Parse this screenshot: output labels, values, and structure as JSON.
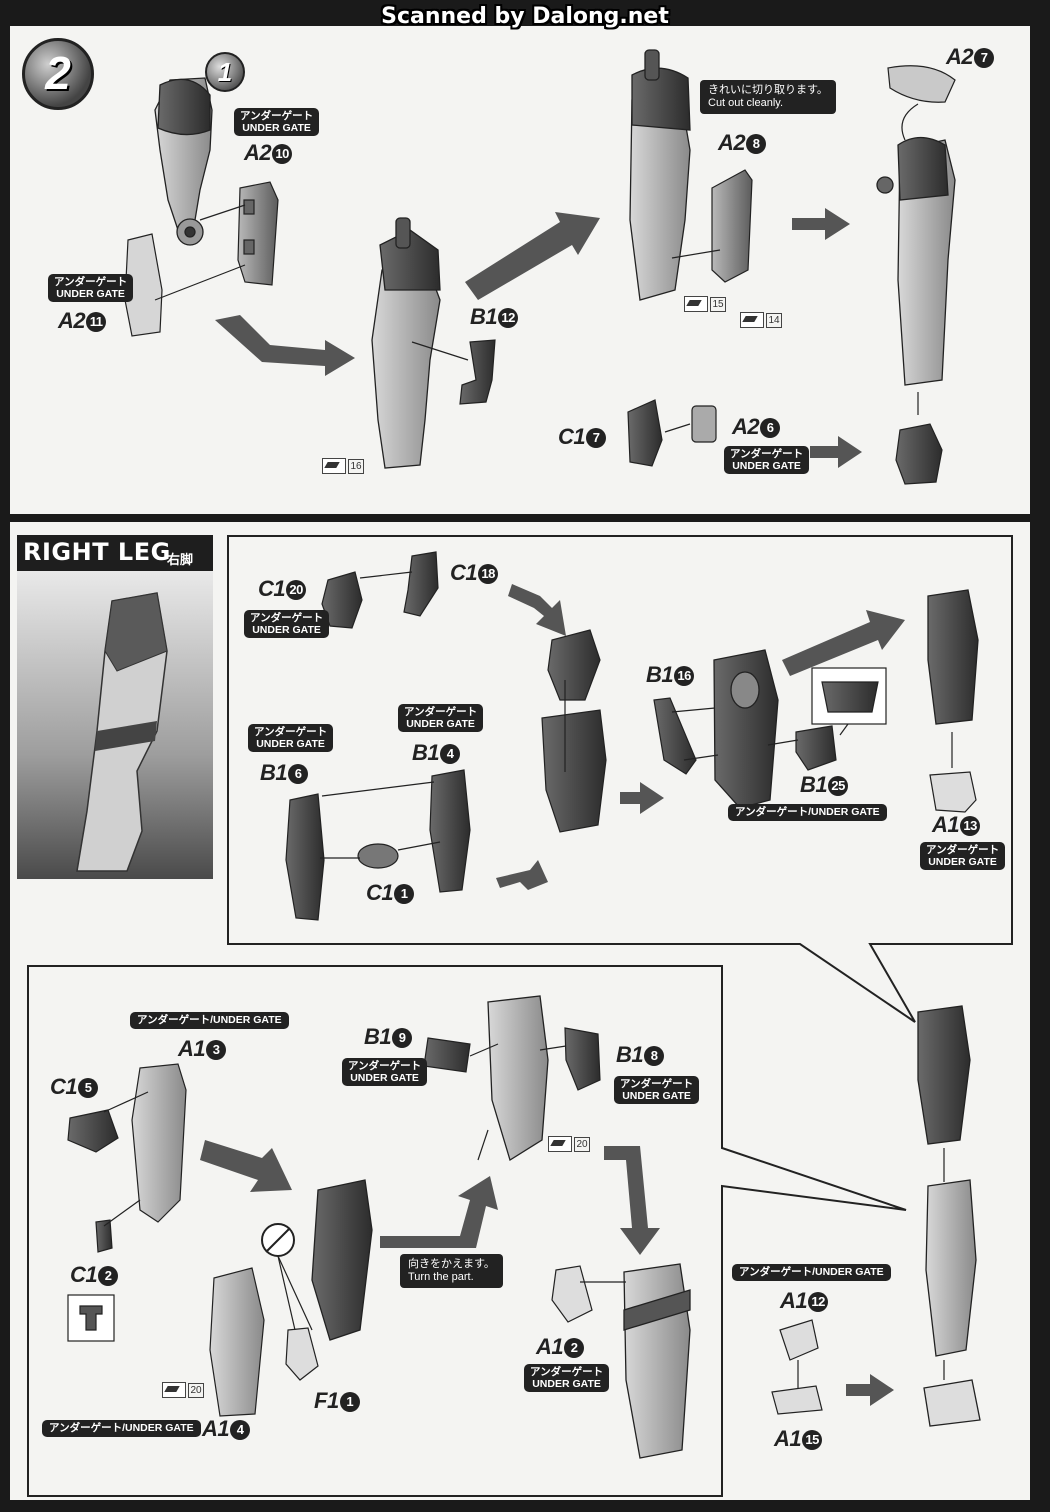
{
  "watermark": "Scanned by Dalong.net",
  "step": {
    "number": "2",
    "substep": "1",
    "labels": {
      "a2_10": {
        "code": "A2",
        "num": "10"
      },
      "a2_11": {
        "code": "A2",
        "num": "11"
      },
      "b1_12": {
        "code": "B1",
        "num": "12"
      },
      "a2_8": {
        "code": "A2",
        "num": "8"
      },
      "a2_7": {
        "code": "A2",
        "num": "7"
      },
      "c1_7": {
        "code": "C1",
        "num": "7"
      },
      "a2_6": {
        "code": "A2",
        "num": "6"
      }
    },
    "note_cut": {
      "jp": "きれいに切り取ります。",
      "en": "Cut out cleanly."
    },
    "badges": [
      "15",
      "14",
      "16"
    ]
  },
  "under_gate": {
    "jp": "アンダーゲート",
    "en": "UNDER GATE",
    "combined": "アンダーゲート/UNDER GATE"
  },
  "right_leg": {
    "title": "RIGHT LEG",
    "title_jp": "右脚",
    "upper_labels": {
      "c1_20": {
        "code": "C1",
        "num": "20"
      },
      "c1_18": {
        "code": "C1",
        "num": "18"
      },
      "b1_6": {
        "code": "B1",
        "num": "6"
      },
      "b1_4": {
        "code": "B1",
        "num": "4"
      },
      "c1_1": {
        "code": "C1",
        "num": "1"
      },
      "b1_16": {
        "code": "B1",
        "num": "16"
      },
      "b1_25": {
        "code": "B1",
        "num": "25"
      },
      "a1_13": {
        "code": "A1",
        "num": "13"
      }
    },
    "lower_labels": {
      "a1_3": {
        "code": "A1",
        "num": "3"
      },
      "c1_5": {
        "code": "C1",
        "num": "5"
      },
      "c1_2": {
        "code": "C1",
        "num": "2"
      },
      "a1_4": {
        "code": "A1",
        "num": "4"
      },
      "f1_1": {
        "code": "F1",
        "num": "1"
      },
      "b1_9": {
        "code": "B1",
        "num": "9"
      },
      "b1_8": {
        "code": "B1",
        "num": "8"
      },
      "a1_2": {
        "code": "A1",
        "num": "2"
      },
      "a1_12": {
        "code": "A1",
        "num": "12"
      },
      "a1_15": {
        "code": "A1",
        "num": "15"
      }
    },
    "note_turn": {
      "jp": "向きをかえます。",
      "en": "Turn the part."
    },
    "badges": [
      "20",
      "20"
    ]
  }
}
